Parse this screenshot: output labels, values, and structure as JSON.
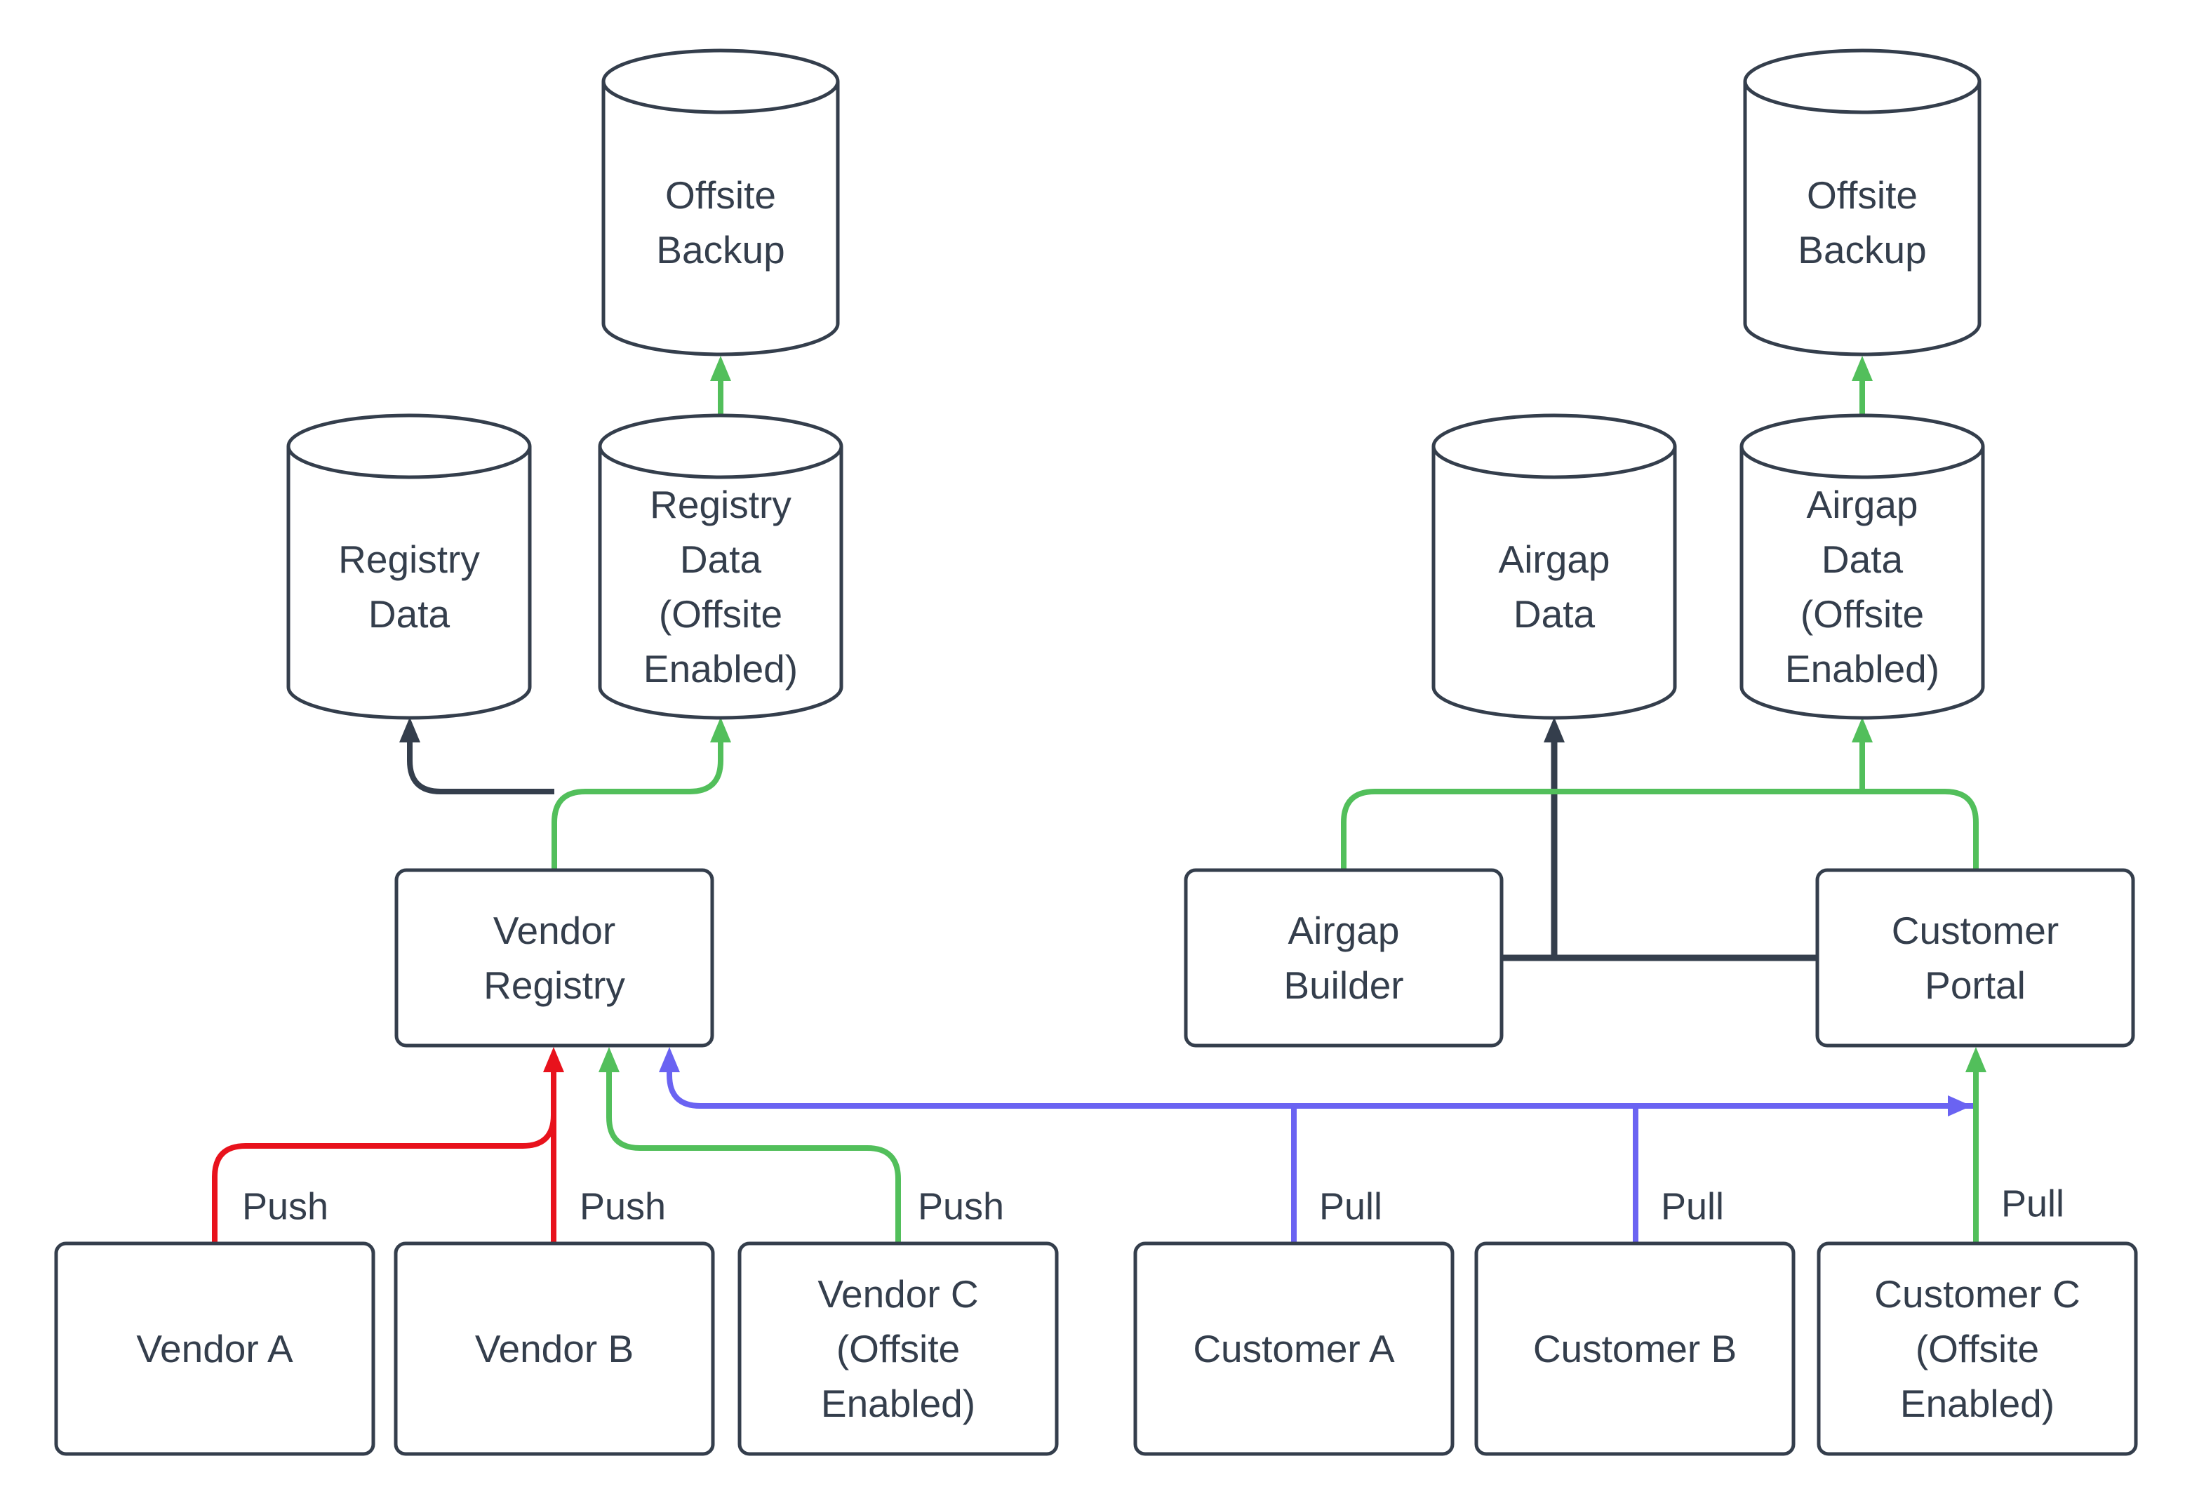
{
  "diagram": {
    "colors": {
      "background": "#ffffff",
      "node_fill": "#ffffff",
      "node_stroke": "#343e4c",
      "text": "#343e4c",
      "dark": "#343e4c",
      "red": "#e8121c",
      "green": "#52bf5b",
      "blue": "#6a63f2"
    },
    "nodes": {
      "offsite_backup_left": {
        "label": "Offsite\nBackup",
        "shape": "cylinder"
      },
      "offsite_backup_right": {
        "label": "Offsite\nBackup",
        "shape": "cylinder"
      },
      "registry_data": {
        "label": "Registry\nData",
        "shape": "cylinder"
      },
      "registry_data_offsite": {
        "label": "Registry\nData\n(Offsite\nEnabled)",
        "shape": "cylinder"
      },
      "airgap_data": {
        "label": "Airgap\nData",
        "shape": "cylinder"
      },
      "airgap_data_offsite": {
        "label": "Airgap\nData\n(Offsite\nEnabled)",
        "shape": "cylinder"
      },
      "vendor_registry": {
        "label": "Vendor\nRegistry",
        "shape": "rect"
      },
      "airgap_builder": {
        "label": "Airgap\nBuilder",
        "shape": "rect"
      },
      "customer_portal": {
        "label": "Customer\nPortal",
        "shape": "rect"
      },
      "vendor_a": {
        "label": "Vendor A",
        "shape": "rect"
      },
      "vendor_b": {
        "label": "Vendor B",
        "shape": "rect"
      },
      "vendor_c": {
        "label": "Vendor C\n(Offsite\nEnabled)",
        "shape": "rect"
      },
      "customer_a": {
        "label": "Customer A",
        "shape": "rect"
      },
      "customer_b": {
        "label": "Customer B",
        "shape": "rect"
      },
      "customer_c": {
        "label": "Customer C\n(Offsite\nEnabled)",
        "shape": "rect"
      }
    },
    "edge_labels": {
      "vendor_a": "Push",
      "vendor_b": "Push",
      "vendor_c": "Push",
      "customer_a": "Pull",
      "customer_b": "Pull",
      "customer_c": "Pull"
    }
  }
}
